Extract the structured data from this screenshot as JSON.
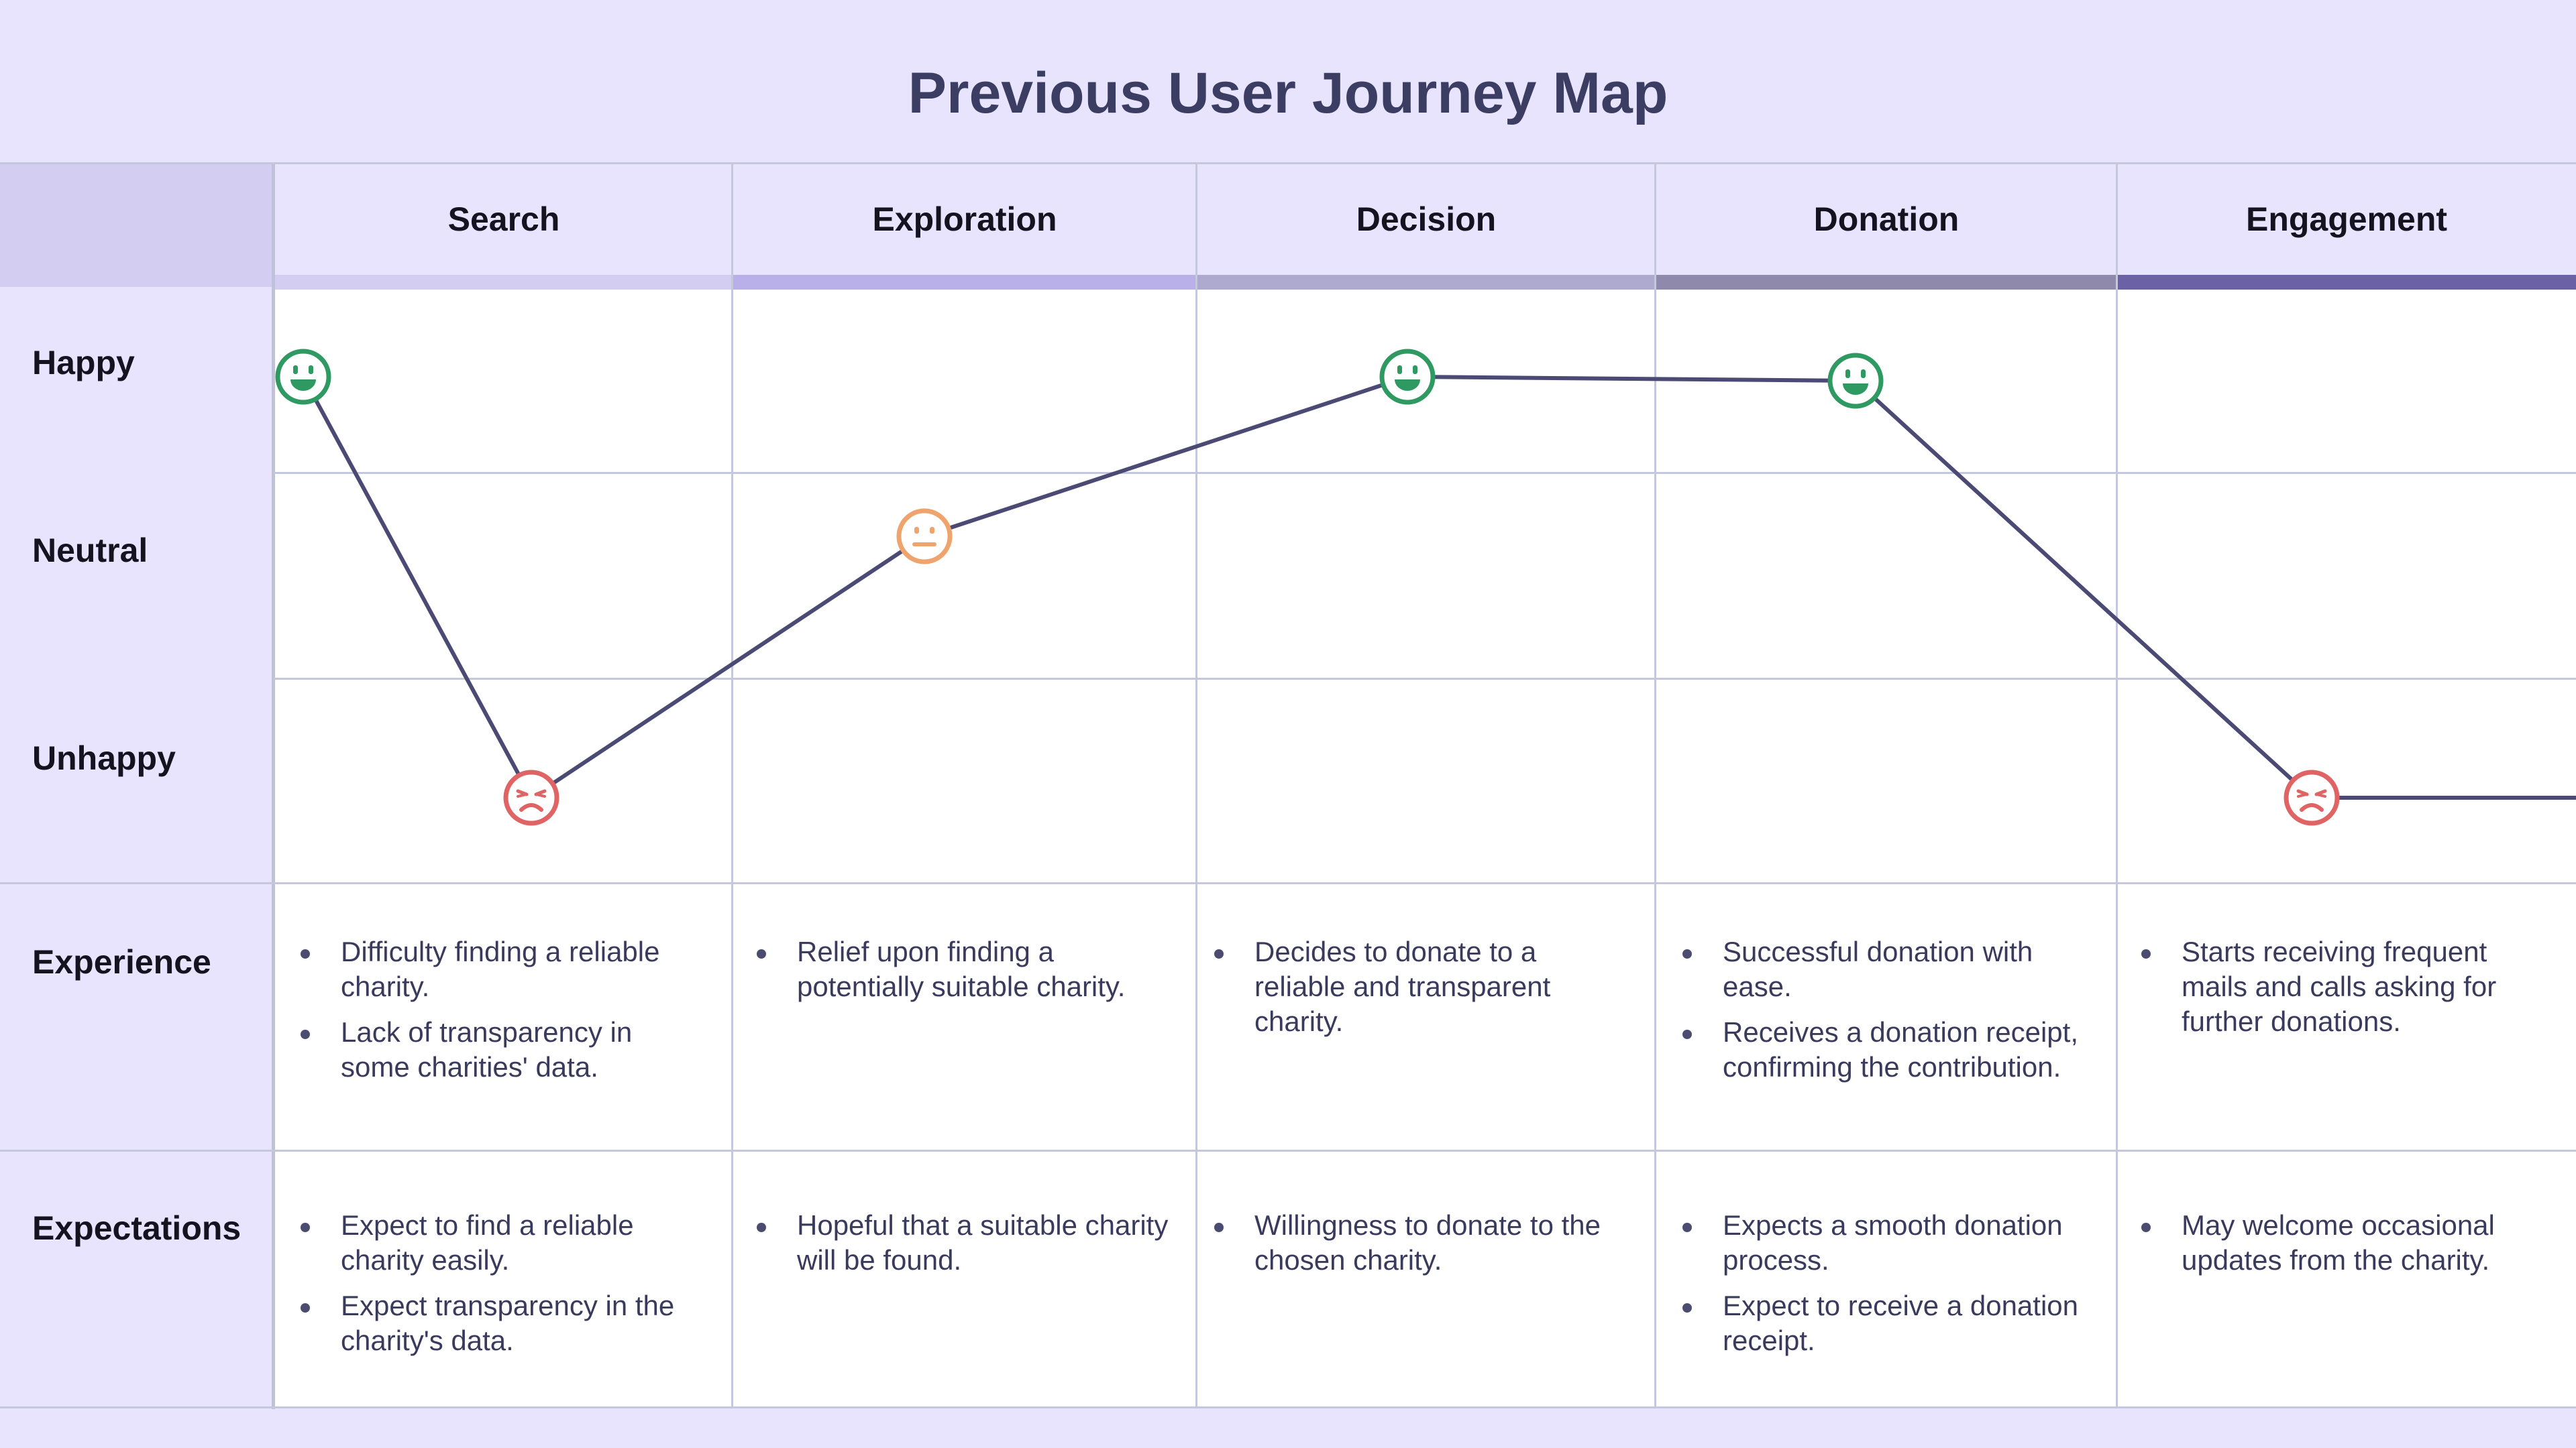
{
  "title": "Previous User Journey Map",
  "stages": [
    {
      "name": "Search",
      "bar_color": "#d2cdf1"
    },
    {
      "name": "Exploration",
      "bar_color": "#b9b0ea"
    },
    {
      "name": "Decision",
      "bar_color": "#aea9cf"
    },
    {
      "name": "Donation",
      "bar_color": "#8f8aab"
    },
    {
      "name": "Engagement",
      "bar_color": "#6b61a6"
    }
  ],
  "rows": {
    "happy": "Happy",
    "neutral": "Neutral",
    "unhappy": "Unhappy",
    "experience": "Experience",
    "expectations": "Expectations"
  },
  "journey_points": [
    {
      "stage": "Search",
      "emotion": "happy",
      "icon": "happy-face-icon"
    },
    {
      "stage": "Search",
      "emotion": "unhappy",
      "icon": "sad-face-icon"
    },
    {
      "stage": "Exploration",
      "emotion": "neutral",
      "icon": "neutral-face-icon"
    },
    {
      "stage": "Decision",
      "emotion": "happy",
      "icon": "happy-face-icon"
    },
    {
      "stage": "Donation",
      "emotion": "happy",
      "icon": "happy-face-icon"
    },
    {
      "stage": "Engagement",
      "emotion": "unhappy",
      "icon": "sad-face-icon"
    }
  ],
  "colors": {
    "happy": "#2e9a62",
    "neutral": "#eea46c",
    "unhappy": "#e06464",
    "line": "#4b4a74"
  },
  "experience": [
    [
      "Difficulty finding a reliable charity.",
      "Lack of transparency in some charities' data."
    ],
    [
      "Relief upon finding a potentially suitable charity."
    ],
    [
      "Decides to donate to a reliable and transparent charity."
    ],
    [
      "Successful donation with ease.",
      "Receives a donation receipt, confirming the contribution."
    ],
    [
      "Starts receiving frequent mails and calls asking for further donations."
    ]
  ],
  "expectations": [
    [
      "Expect to find a reliable charity easily.",
      "Expect transparency in the charity's data."
    ],
    [
      "Hopeful that a suitable charity will be found."
    ],
    [
      "Willingness to donate to the chosen charity."
    ],
    [
      "Expects a smooth donation process.",
      "Expect to receive a donation receipt."
    ],
    [
      "May welcome occasional updates from the charity."
    ]
  ]
}
